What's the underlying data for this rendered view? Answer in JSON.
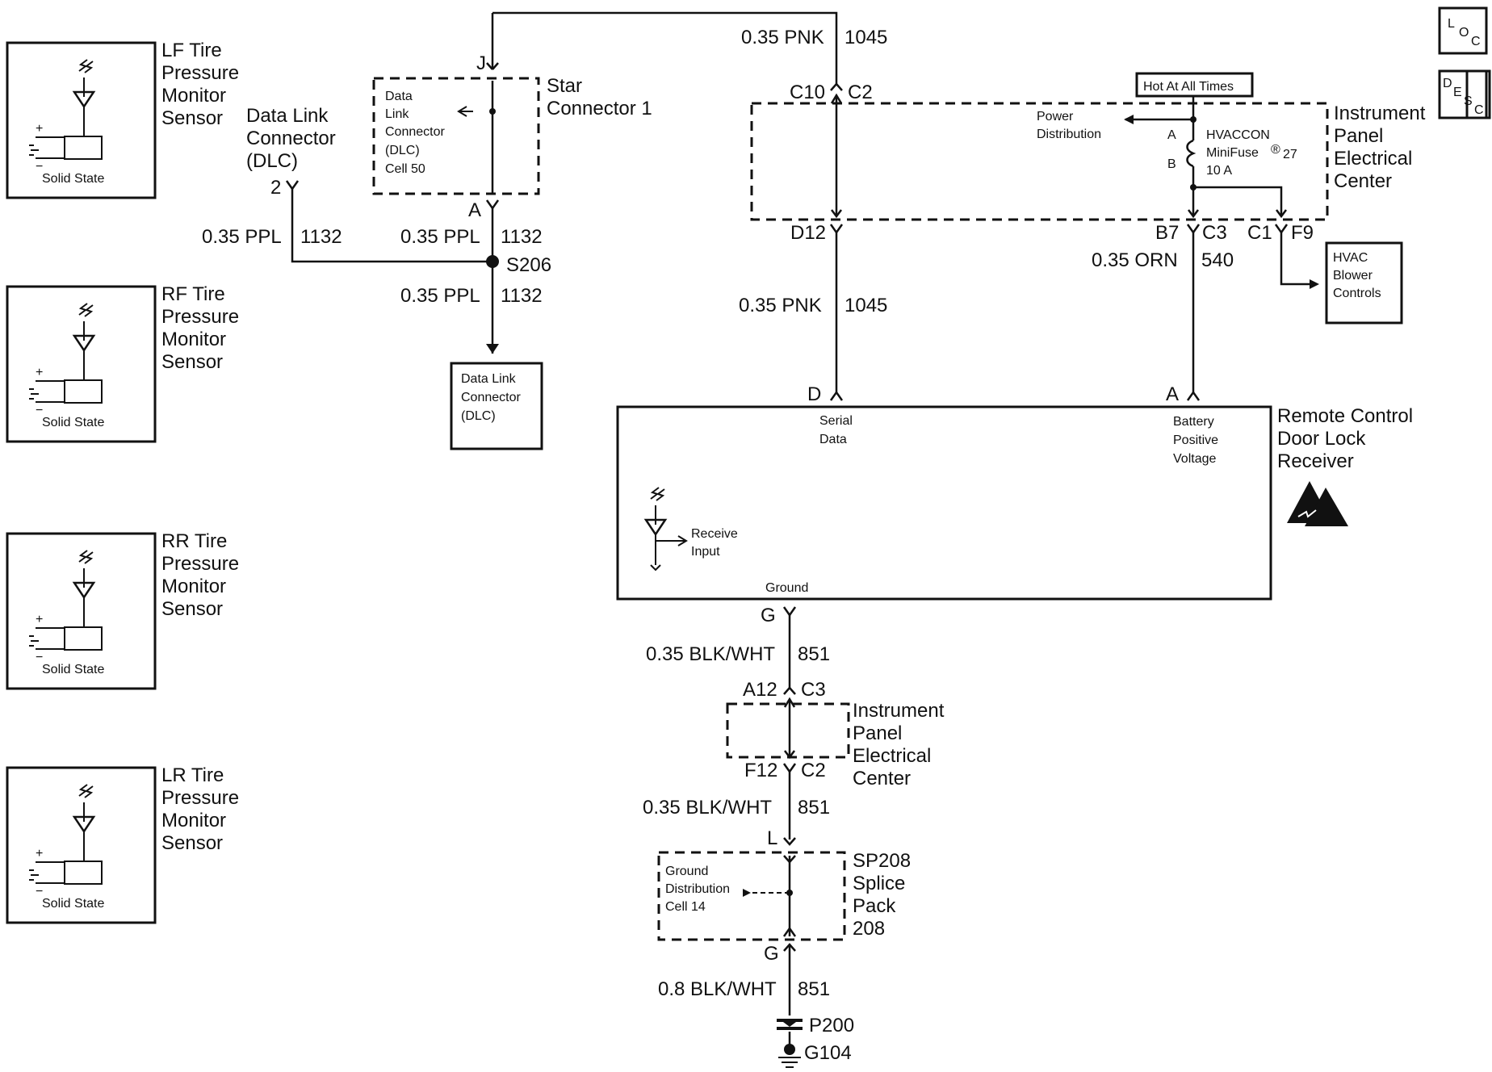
{
  "loc_label": [
    "L",
    "O",
    "C"
  ],
  "desc_label": [
    "D",
    "E",
    "S",
    "C"
  ],
  "sensors": [
    {
      "name": [
        "LF Tire",
        "Pressure",
        "Monitor",
        "Sensor"
      ],
      "state": "Solid State"
    },
    {
      "name": [
        "RF Tire",
        "Pressure",
        "Monitor",
        "Sensor"
      ],
      "state": "Solid State"
    },
    {
      "name": [
        "RR Tire",
        "Pressure",
        "Monitor",
        "Sensor"
      ],
      "state": "Solid State"
    },
    {
      "name": [
        "LR Tire",
        "Pressure",
        "Monitor",
        "Sensor"
      ],
      "state": "Solid State"
    }
  ],
  "dlc_main": {
    "label": [
      "Data Link",
      "Connector",
      "(DLC)"
    ],
    "pin": "2"
  },
  "star_connector": {
    "label": [
      "Star",
      "Connector 1"
    ],
    "inner": [
      "Data",
      "Link",
      "Connector",
      "(DLC)",
      "Cell 50"
    ],
    "pin_top": "J",
    "pin_bottom": "A"
  },
  "splice_s206": "S206",
  "dlc_box": [
    "Data Link",
    "Connector",
    "(DLC)"
  ],
  "ipec_top": {
    "label": [
      "Instrument",
      "Panel",
      "Electrical",
      "Center"
    ],
    "hot_label": "Hot At All Times",
    "power_dist": [
      "Power",
      "Distribution"
    ],
    "fuse": [
      "HVACCON",
      "MiniFuse",
      "10 A"
    ],
    "fuse_reg": "®",
    "fuse_num": "27",
    "fuse_pin_a": "A",
    "fuse_pin_b": "B",
    "pins": {
      "c10": "C10",
      "c2": "C2",
      "d12": "D12",
      "b7": "B7",
      "c3": "C3",
      "c1": "C1",
      "f9": "F9"
    }
  },
  "hvac_box": [
    "HVAC",
    "Blower",
    "Controls"
  ],
  "receiver": {
    "label": [
      "Remote Control",
      "Door Lock",
      "Receiver"
    ],
    "serial": [
      "Serial",
      "Data"
    ],
    "battery": [
      "Battery",
      "Positive",
      "Voltage"
    ],
    "receive": [
      "Receive",
      "Input"
    ],
    "ground": "Ground",
    "pin_d": "D",
    "pin_a": "A",
    "pin_g": "G"
  },
  "ipec_bottom": {
    "label": [
      "Instrument",
      "Panel",
      "Electrical",
      "Center"
    ],
    "pins": {
      "a12": "A12",
      "c3": "C3",
      "f12": "F12",
      "c2": "C2"
    }
  },
  "splice_pack": {
    "label": [
      "SP208",
      "Splice",
      "Pack",
      "208"
    ],
    "inner": [
      "Ground",
      "Distribution",
      "Cell 14"
    ],
    "pin_l": "L",
    "pin_g": "G"
  },
  "p200": "P200",
  "g104": "G104",
  "wires": {
    "w1045_top": {
      "gauge": "0.35 PNK",
      "circuit": "1045"
    },
    "w1045_mid": {
      "gauge": "0.35 PNK",
      "circuit": "1045"
    },
    "w1132_left": {
      "gauge": "0.35 PPL",
      "circuit": "1132"
    },
    "w1132_right": {
      "gauge": "0.35 PPL",
      "circuit": "1132"
    },
    "w1132_low": {
      "gauge": "0.35 PPL",
      "circuit": "1132"
    },
    "w540": {
      "gauge": "0.35 ORN",
      "circuit": "540"
    },
    "w851_a": {
      "gauge": "0.35 BLK/WHT",
      "circuit": "851"
    },
    "w851_b": {
      "gauge": "0.35 BLK/WHT",
      "circuit": "851"
    },
    "w851_c": {
      "gauge": "0.8 BLK/WHT",
      "circuit": "851"
    }
  }
}
